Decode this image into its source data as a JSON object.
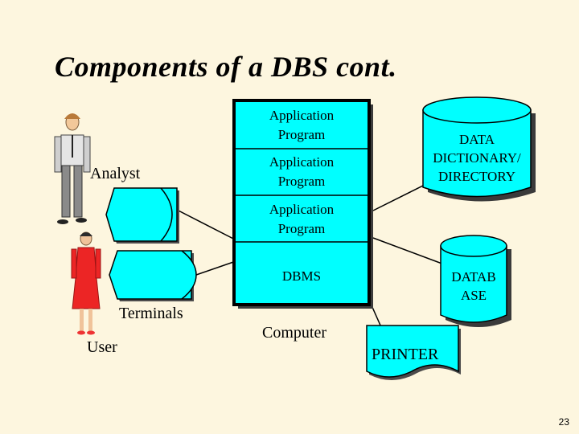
{
  "slide": {
    "title": "Components of a DBS cont.",
    "page_number": "23"
  },
  "people": {
    "analyst_label": "Analyst",
    "user_label": "User"
  },
  "terminals_label": "Terminals",
  "computer": {
    "label": "Computer",
    "sections": [
      {
        "line1": "Application",
        "line2": "Program"
      },
      {
        "line1": "Application",
        "line2": "Program"
      },
      {
        "line1": "Application",
        "line2": "Program"
      }
    ],
    "dbms_label": "DBMS"
  },
  "data_dictionary": {
    "line1": "DATA",
    "line2": "DICTIONARY/",
    "line3": "DIRECTORY"
  },
  "database": {
    "line1": "DATAB",
    "line2": "ASE"
  },
  "printer_label": "PRINTER",
  "colors": {
    "cyan": "#00ffff",
    "background": "#fdf6df",
    "shadow": "#555555"
  }
}
